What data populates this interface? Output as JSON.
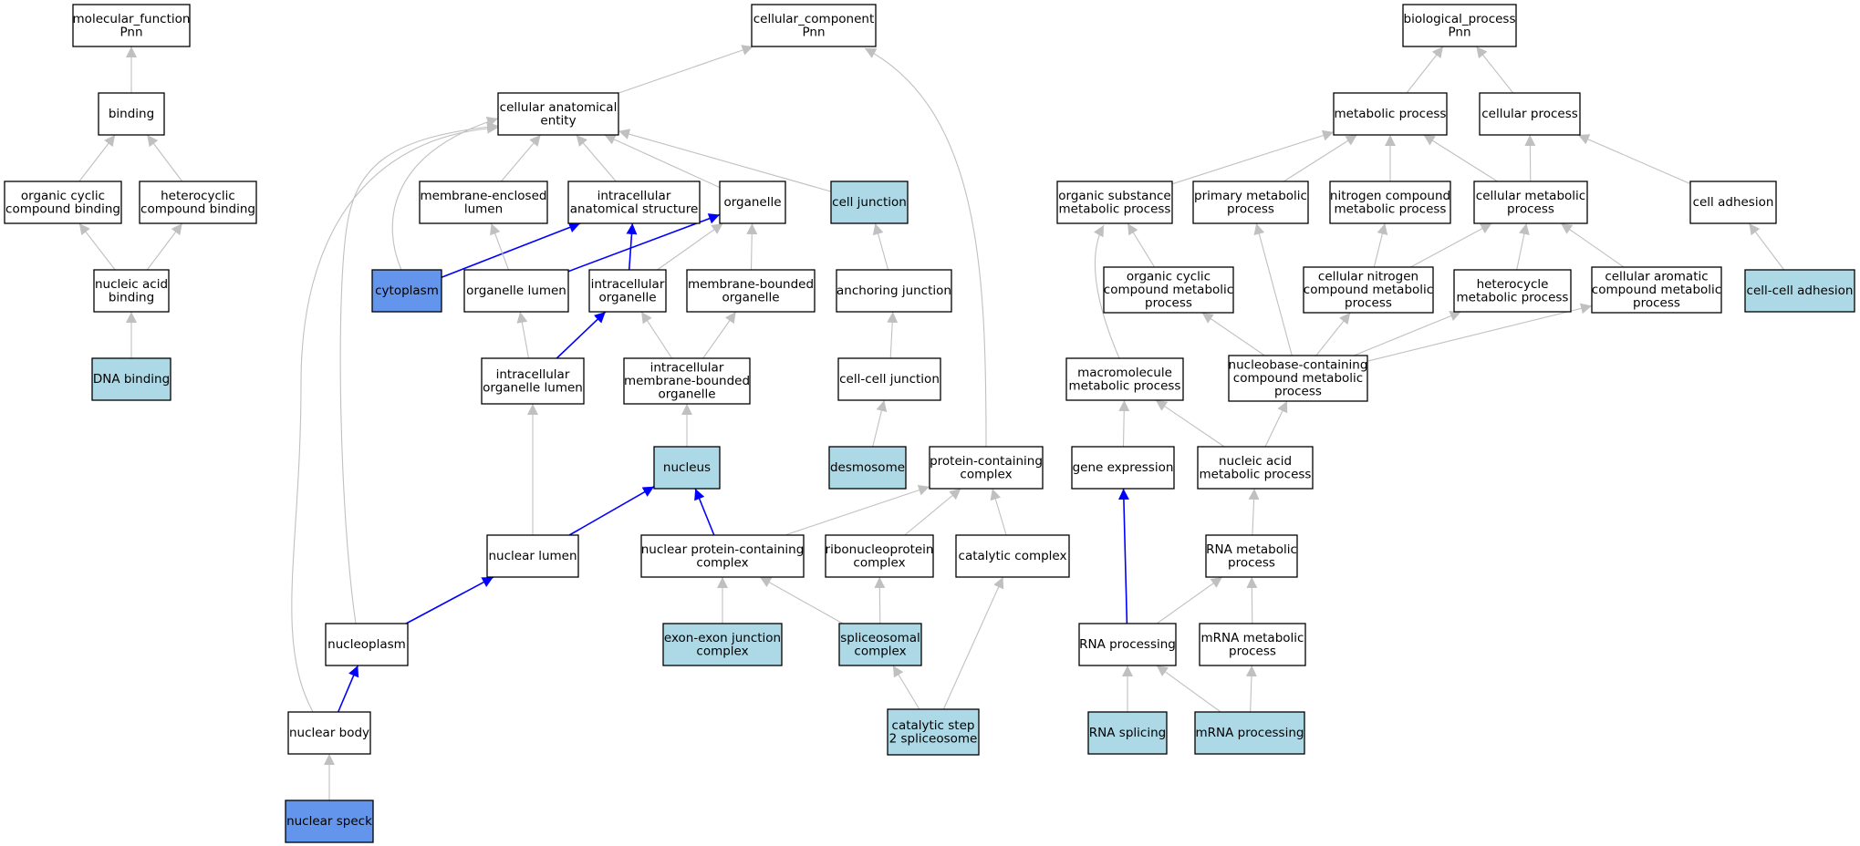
{
  "colors": {
    "plain": "#ffffff",
    "light": "#add8e6",
    "dark": "#6495ed",
    "edge_gray": "#c0c0c0",
    "edge_blue": "#0000ff"
  },
  "nodes": [
    {
      "id": "mf",
      "lines": [
        "molecular_function",
        "Pnn"
      ],
      "fill": "plain"
    },
    {
      "id": "binding",
      "lines": [
        "binding"
      ],
      "fill": "plain"
    },
    {
      "id": "ocb",
      "lines": [
        "organic cyclic",
        "compound binding"
      ],
      "fill": "plain"
    },
    {
      "id": "hcb",
      "lines": [
        "heterocyclic",
        "compound binding"
      ],
      "fill": "plain"
    },
    {
      "id": "nab",
      "lines": [
        "nucleic acid",
        "binding"
      ],
      "fill": "plain"
    },
    {
      "id": "dnab",
      "lines": [
        "DNA binding"
      ],
      "fill": "light"
    },
    {
      "id": "cc",
      "lines": [
        "cellular_component",
        "Pnn"
      ],
      "fill": "plain"
    },
    {
      "id": "cae",
      "lines": [
        "cellular anatomical",
        "entity"
      ],
      "fill": "plain"
    },
    {
      "id": "mel",
      "lines": [
        "membrane-enclosed",
        "lumen"
      ],
      "fill": "plain"
    },
    {
      "id": "ias",
      "lines": [
        "intracellular",
        "anatomical structure"
      ],
      "fill": "plain"
    },
    {
      "id": "organelle",
      "lines": [
        "organelle"
      ],
      "fill": "plain"
    },
    {
      "id": "cj",
      "lines": [
        "cell junction"
      ],
      "fill": "light"
    },
    {
      "id": "cytoplasm",
      "lines": [
        "cytoplasm"
      ],
      "fill": "dark"
    },
    {
      "id": "ol",
      "lines": [
        "organelle lumen"
      ],
      "fill": "plain"
    },
    {
      "id": "io",
      "lines": [
        "intracellular",
        "organelle"
      ],
      "fill": "plain"
    },
    {
      "id": "mbo",
      "lines": [
        "membrane-bounded",
        "organelle"
      ],
      "fill": "plain"
    },
    {
      "id": "aj",
      "lines": [
        "anchoring junction"
      ],
      "fill": "plain"
    },
    {
      "id": "iol",
      "lines": [
        "intracellular",
        "organelle lumen"
      ],
      "fill": "plain"
    },
    {
      "id": "imbo",
      "lines": [
        "intracellular",
        "membrane-bounded",
        "organelle"
      ],
      "fill": "plain"
    },
    {
      "id": "ccj",
      "lines": [
        "cell-cell junction"
      ],
      "fill": "plain"
    },
    {
      "id": "nucleus",
      "lines": [
        "nucleus"
      ],
      "fill": "light"
    },
    {
      "id": "desmosome",
      "lines": [
        "desmosome"
      ],
      "fill": "light"
    },
    {
      "id": "pcc",
      "lines": [
        "protein-containing",
        "complex"
      ],
      "fill": "plain"
    },
    {
      "id": "nlumen",
      "lines": [
        "nuclear lumen"
      ],
      "fill": "plain"
    },
    {
      "id": "npcc",
      "lines": [
        "nuclear protein-containing",
        "complex"
      ],
      "fill": "plain"
    },
    {
      "id": "rnpc",
      "lines": [
        "ribonucleoprotein",
        "complex"
      ],
      "fill": "plain"
    },
    {
      "id": "catc",
      "lines": [
        "catalytic complex"
      ],
      "fill": "plain"
    },
    {
      "id": "nucleoplasm",
      "lines": [
        "nucleoplasm"
      ],
      "fill": "plain"
    },
    {
      "id": "eejc",
      "lines": [
        "exon-exon junction",
        "complex"
      ],
      "fill": "light"
    },
    {
      "id": "spc",
      "lines": [
        "spliceosomal",
        "complex"
      ],
      "fill": "light"
    },
    {
      "id": "nbody",
      "lines": [
        "nuclear body"
      ],
      "fill": "plain"
    },
    {
      "id": "cs2s",
      "lines": [
        "catalytic step",
        "2 spliceosome"
      ],
      "fill": "light"
    },
    {
      "id": "nspeck",
      "lines": [
        "nuclear speck"
      ],
      "fill": "dark"
    },
    {
      "id": "bp",
      "lines": [
        "biological_process",
        "Pnn"
      ],
      "fill": "plain"
    },
    {
      "id": "metp",
      "lines": [
        "metabolic process"
      ],
      "fill": "plain"
    },
    {
      "id": "cellp",
      "lines": [
        "cellular process"
      ],
      "fill": "plain"
    },
    {
      "id": "osmp",
      "lines": [
        "organic substance",
        "metabolic process"
      ],
      "fill": "plain"
    },
    {
      "id": "pmp",
      "lines": [
        "primary metabolic",
        "process"
      ],
      "fill": "plain"
    },
    {
      "id": "ncmp",
      "lines": [
        "nitrogen compound",
        "metabolic process"
      ],
      "fill": "plain"
    },
    {
      "id": "cmp",
      "lines": [
        "cellular metabolic",
        "process"
      ],
      "fill": "plain"
    },
    {
      "id": "cadh",
      "lines": [
        "cell adhesion"
      ],
      "fill": "plain"
    },
    {
      "id": "occmp",
      "lines": [
        "organic cyclic",
        "compound metabolic",
        "process"
      ],
      "fill": "plain"
    },
    {
      "id": "cncmp",
      "lines": [
        "cellular nitrogen",
        "compound metabolic",
        "process"
      ],
      "fill": "plain"
    },
    {
      "id": "hmp",
      "lines": [
        "heterocycle",
        "metabolic process"
      ],
      "fill": "plain"
    },
    {
      "id": "cacmp",
      "lines": [
        "cellular aromatic",
        "compound metabolic",
        "process"
      ],
      "fill": "plain"
    },
    {
      "id": "ccadh",
      "lines": [
        "cell-cell adhesion"
      ],
      "fill": "light"
    },
    {
      "id": "mmp",
      "lines": [
        "macromolecule",
        "metabolic process"
      ],
      "fill": "plain"
    },
    {
      "id": "nbcmp",
      "lines": [
        "nucleobase-containing",
        "compound metabolic",
        "process"
      ],
      "fill": "plain"
    },
    {
      "id": "gexp",
      "lines": [
        "gene expression"
      ],
      "fill": "plain"
    },
    {
      "id": "namp",
      "lines": [
        "nucleic acid",
        "metabolic process"
      ],
      "fill": "plain"
    },
    {
      "id": "rnamp",
      "lines": [
        "RNA metabolic",
        "process"
      ],
      "fill": "plain"
    },
    {
      "id": "rnap",
      "lines": [
        "RNA processing"
      ],
      "fill": "plain"
    },
    {
      "id": "mrnamp",
      "lines": [
        "mRNA metabolic",
        "process"
      ],
      "fill": "plain"
    },
    {
      "id": "rnas",
      "lines": [
        "RNA splicing"
      ],
      "fill": "light"
    },
    {
      "id": "mrnap",
      "lines": [
        "mRNA processing"
      ],
      "fill": "light"
    }
  ],
  "edges": [
    {
      "from": "binding",
      "to": "mf",
      "color": "gray"
    },
    {
      "from": "ocb",
      "to": "binding",
      "color": "gray"
    },
    {
      "from": "hcb",
      "to": "binding",
      "color": "gray"
    },
    {
      "from": "nab",
      "to": "ocb",
      "color": "gray"
    },
    {
      "from": "nab",
      "to": "hcb",
      "color": "gray"
    },
    {
      "from": "dnab",
      "to": "nab",
      "color": "gray"
    },
    {
      "from": "cae",
      "to": "cc",
      "color": "gray"
    },
    {
      "from": "pcc",
      "to": "cc",
      "color": "gray"
    },
    {
      "from": "mel",
      "to": "cae",
      "color": "gray"
    },
    {
      "from": "ias",
      "to": "cae",
      "color": "gray"
    },
    {
      "from": "organelle",
      "to": "cae",
      "color": "gray"
    },
    {
      "from": "cj",
      "to": "cae",
      "color": "gray"
    },
    {
      "from": "cytoplasm",
      "to": "cae",
      "color": "gray"
    },
    {
      "from": "nucleoplasm",
      "to": "cae",
      "color": "gray"
    },
    {
      "from": "nbody",
      "to": "cae",
      "color": "gray"
    },
    {
      "from": "cytoplasm",
      "to": "ias",
      "color": "blue"
    },
    {
      "from": "ol",
      "to": "mel",
      "color": "gray"
    },
    {
      "from": "ol",
      "to": "organelle",
      "color": "blue"
    },
    {
      "from": "io",
      "to": "organelle",
      "color": "gray"
    },
    {
      "from": "io",
      "to": "ias",
      "color": "blue"
    },
    {
      "from": "mbo",
      "to": "organelle",
      "color": "gray"
    },
    {
      "from": "aj",
      "to": "cj",
      "color": "gray"
    },
    {
      "from": "iol",
      "to": "ol",
      "color": "gray"
    },
    {
      "from": "iol",
      "to": "io",
      "color": "blue"
    },
    {
      "from": "imbo",
      "to": "io",
      "color": "gray"
    },
    {
      "from": "imbo",
      "to": "mbo",
      "color": "gray"
    },
    {
      "from": "ccj",
      "to": "aj",
      "color": "gray"
    },
    {
      "from": "nucleus",
      "to": "imbo",
      "color": "gray"
    },
    {
      "from": "desmosome",
      "to": "ccj",
      "color": "gray"
    },
    {
      "from": "nlumen",
      "to": "iol",
      "color": "gray"
    },
    {
      "from": "nlumen",
      "to": "nucleus",
      "color": "blue"
    },
    {
      "from": "npcc",
      "to": "nucleus",
      "color": "blue"
    },
    {
      "from": "npcc",
      "to": "pcc",
      "color": "gray"
    },
    {
      "from": "rnpc",
      "to": "pcc",
      "color": "gray"
    },
    {
      "from": "catc",
      "to": "pcc",
      "color": "gray"
    },
    {
      "from": "nucleoplasm",
      "to": "nlumen",
      "color": "blue"
    },
    {
      "from": "eejc",
      "to": "npcc",
      "color": "gray"
    },
    {
      "from": "spc",
      "to": "npcc",
      "color": "gray"
    },
    {
      "from": "spc",
      "to": "rnpc",
      "color": "gray"
    },
    {
      "from": "nbody",
      "to": "nucleoplasm",
      "color": "blue"
    },
    {
      "from": "cs2s",
      "to": "spc",
      "color": "gray"
    },
    {
      "from": "cs2s",
      "to": "catc",
      "color": "gray"
    },
    {
      "from": "nspeck",
      "to": "nbody",
      "color": "gray"
    },
    {
      "from": "metp",
      "to": "bp",
      "color": "gray"
    },
    {
      "from": "cellp",
      "to": "bp",
      "color": "gray"
    },
    {
      "from": "osmp",
      "to": "metp",
      "color": "gray"
    },
    {
      "from": "pmp",
      "to": "metp",
      "color": "gray"
    },
    {
      "from": "ncmp",
      "to": "metp",
      "color": "gray"
    },
    {
      "from": "cmp",
      "to": "metp",
      "color": "gray"
    },
    {
      "from": "cmp",
      "to": "cellp",
      "color": "gray"
    },
    {
      "from": "cadh",
      "to": "cellp",
      "color": "gray"
    },
    {
      "from": "occmp",
      "to": "osmp",
      "color": "gray"
    },
    {
      "from": "mmp",
      "to": "osmp",
      "color": "gray"
    },
    {
      "from": "cncmp",
      "to": "ncmp",
      "color": "gray"
    },
    {
      "from": "cncmp",
      "to": "cmp",
      "color": "gray"
    },
    {
      "from": "hmp",
      "to": "cmp",
      "color": "gray"
    },
    {
      "from": "cacmp",
      "to": "cmp",
      "color": "gray"
    },
    {
      "from": "ccadh",
      "to": "cadh",
      "color": "gray"
    },
    {
      "from": "nbcmp",
      "to": "pmp",
      "color": "gray"
    },
    {
      "from": "nbcmp",
      "to": "occmp",
      "color": "gray"
    },
    {
      "from": "nbcmp",
      "to": "cncmp",
      "color": "gray"
    },
    {
      "from": "nbcmp",
      "to": "hmp",
      "color": "gray"
    },
    {
      "from": "nbcmp",
      "to": "cacmp",
      "color": "gray"
    },
    {
      "from": "gexp",
      "to": "mmp",
      "color": "gray"
    },
    {
      "from": "namp",
      "to": "mmp",
      "color": "gray"
    },
    {
      "from": "namp",
      "to": "nbcmp",
      "color": "gray"
    },
    {
      "from": "rnamp",
      "to": "namp",
      "color": "gray"
    },
    {
      "from": "rnap",
      "to": "gexp",
      "color": "blue"
    },
    {
      "from": "rnap",
      "to": "rnamp",
      "color": "gray"
    },
    {
      "from": "mrnamp",
      "to": "rnamp",
      "color": "gray"
    },
    {
      "from": "rnas",
      "to": "rnap",
      "color": "gray"
    },
    {
      "from": "mrnap",
      "to": "rnap",
      "color": "gray"
    },
    {
      "from": "mrnap",
      "to": "mrnamp",
      "color": "gray"
    }
  ]
}
